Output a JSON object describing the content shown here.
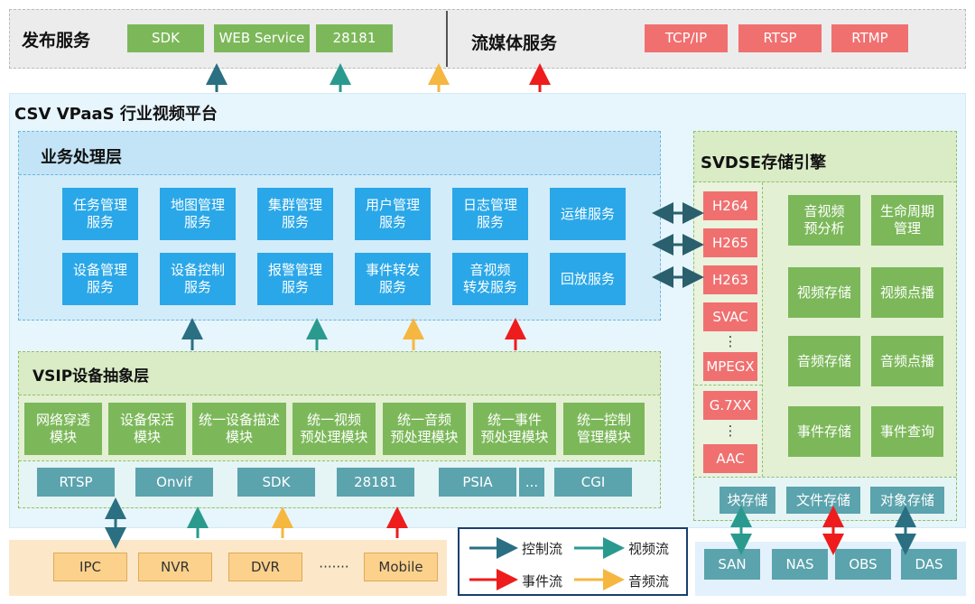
{
  "top_bar": {
    "publish_title": "发布服务",
    "publish_items": [
      "SDK",
      "WEB Service",
      "28181"
    ],
    "streaming_title": "流媒体服务",
    "streaming_items": [
      "TCP/IP",
      "RTSP",
      "RTMP"
    ]
  },
  "platform_title": "CSV VPaaS 行业视频平台",
  "business_layer": {
    "title": "业务处理层",
    "row1": [
      "任务管理\n服务",
      "地图管理\n服务",
      "集群管理\n服务",
      "用户管理\n服务",
      "日志管理\n服务",
      "运维服务"
    ],
    "row2": [
      "设备管理\n服务",
      "设备控制\n服务",
      "报警管理\n服务",
      "事件转发\n服务",
      "音视频\n转发服务",
      "回放服务"
    ]
  },
  "vsip_layer": {
    "title": "VSIP设备抽象层",
    "modules": [
      "网络穿透\n模块",
      "设备保活\n模块",
      "统一设备描述\n模块",
      "统一视频\n预处理模块",
      "统一音频\n预处理模块",
      "统一事件\n预处理模块",
      "统一控制\n管理模块"
    ],
    "protocols": [
      "RTSP",
      "Onvif",
      "SDK",
      "28181",
      "PSIA",
      "...",
      "CGI"
    ]
  },
  "storage_engine": {
    "title": "SVDSE存储引擎",
    "video_codecs": [
      "H264",
      "H265",
      "H263",
      "SVAC",
      "⋮",
      "MPEGX"
    ],
    "audio_codecs": [
      "G.7XX",
      "⋮",
      "AAC"
    ],
    "services": [
      "音视频\n预分析",
      "生命周期\n管理",
      "视频存储",
      "视频点播",
      "音频存储",
      "音频点播",
      "事件存储",
      "事件查询"
    ],
    "storage_types": [
      "块存储",
      "文件存储",
      "对象存储"
    ]
  },
  "devices": [
    "IPC",
    "NVR",
    "DVR",
    "·······",
    "Mobile"
  ],
  "storage_backends": [
    "SAN",
    "NAS",
    "OBS",
    "DAS"
  ],
  "legend": {
    "control": "控制流",
    "video": "视频流",
    "event": "事件流",
    "audio": "音频流"
  },
  "colors": {
    "control": "#2a6f82",
    "video": "#2a9a8f",
    "event": "#ee1c1c",
    "audio": "#f5b740"
  }
}
